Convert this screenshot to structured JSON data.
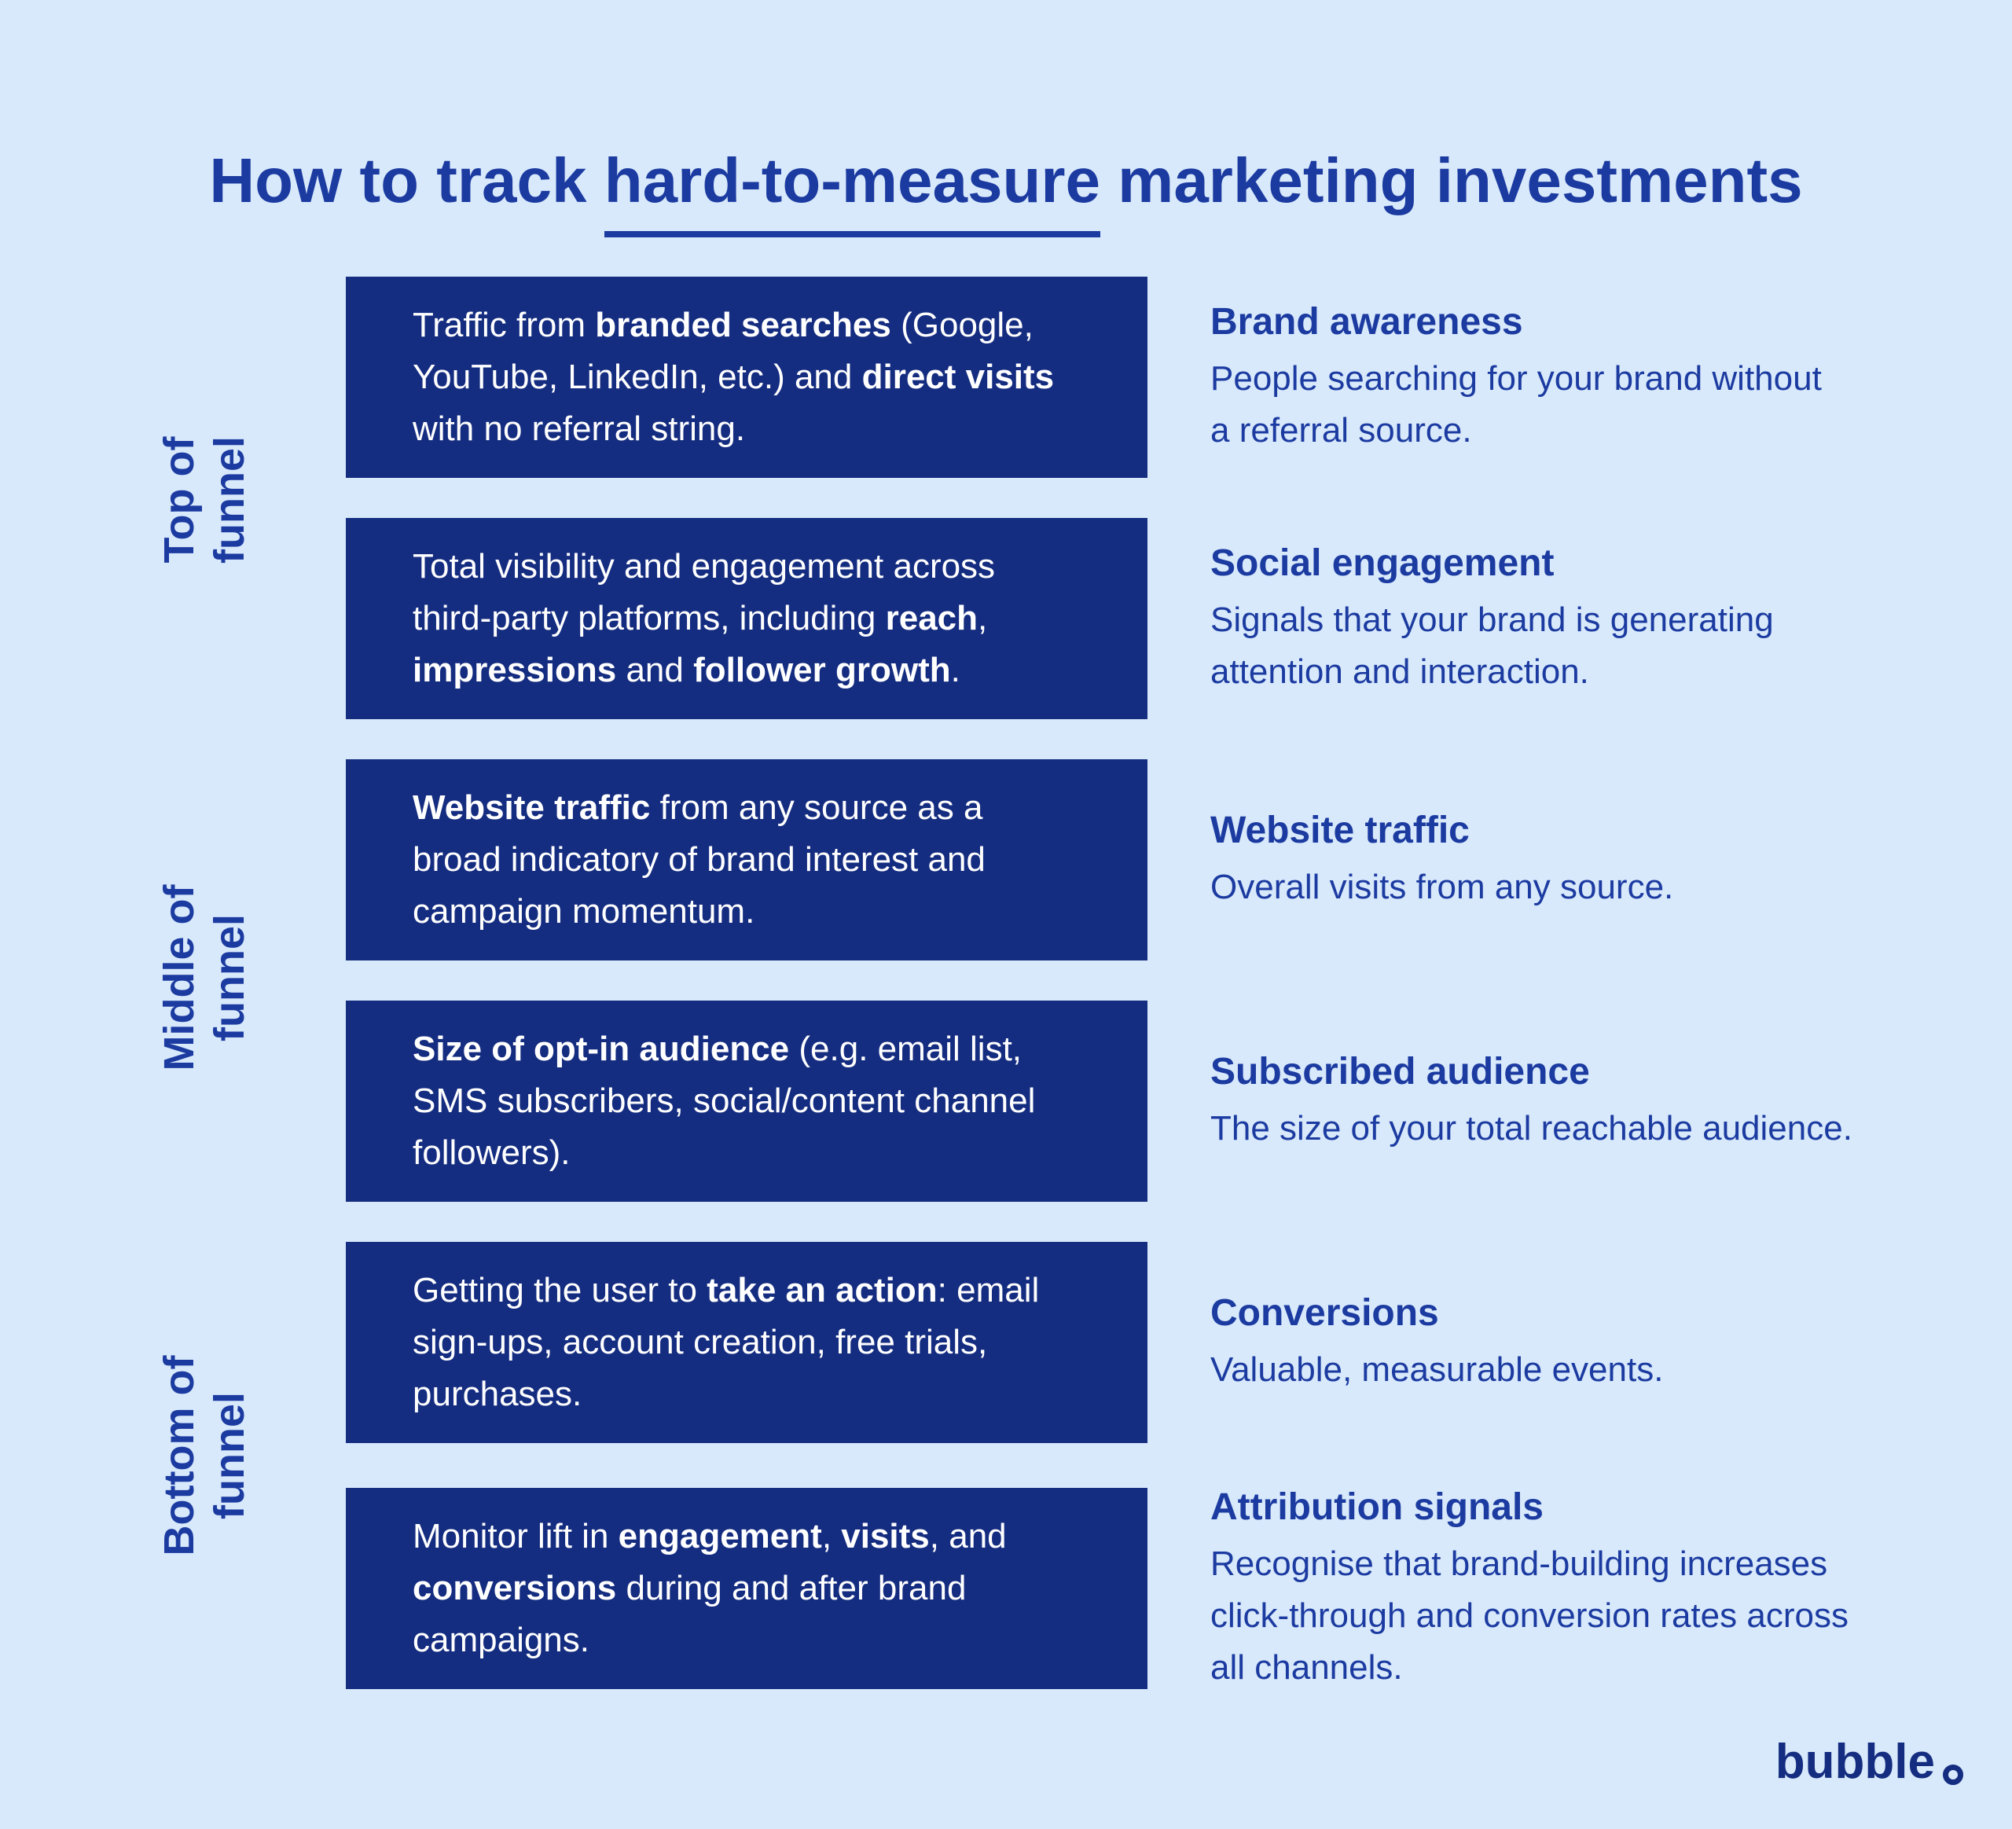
{
  "colors": {
    "background": "#d8e9fb",
    "box_fill": "#152d80",
    "ink": "#1c3ba1",
    "box_text": "#ffffff",
    "logo_ink": "#152d80"
  },
  "title": {
    "segments": [
      {
        "t": "How to track ",
        "b": false,
        "u": false
      },
      {
        "t": "hard-to-measure",
        "b": true,
        "u": true
      },
      {
        "t": " marketing investments",
        "b": false,
        "u": false
      }
    ]
  },
  "funnel_labels": [
    {
      "id": "top",
      "lines": [
        "Top of",
        "funnel"
      ]
    },
    {
      "id": "middle",
      "lines": [
        "Middle of",
        "funnel"
      ]
    },
    {
      "id": "bottom",
      "lines": [
        "Bottom of",
        "funnel"
      ]
    }
  ],
  "rows": [
    {
      "box_lines": [
        [
          {
            "t": "Traffic from ",
            "b": false
          },
          {
            "t": "branded searches",
            "b": true
          },
          {
            "t": " (Google,",
            "b": false
          }
        ],
        [
          {
            "t": "YouTube, LinkedIn, etc.) and ",
            "b": false
          },
          {
            "t": "direct visits",
            "b": true
          }
        ],
        [
          {
            "t": "with no referral string.",
            "b": false
          }
        ]
      ],
      "right_title": "Brand awareness",
      "right_lines": [
        "People searching for your brand without",
        "a referral source."
      ]
    },
    {
      "box_lines": [
        [
          {
            "t": "Total visibility and engagement across",
            "b": false
          }
        ],
        [
          {
            "t": "third-party platforms, including ",
            "b": false
          },
          {
            "t": "reach",
            "b": true
          },
          {
            "t": ",",
            "b": false
          }
        ],
        [
          {
            "t": "impressions",
            "b": true
          },
          {
            "t": " and ",
            "b": false
          },
          {
            "t": "follower growth",
            "b": true
          },
          {
            "t": ".",
            "b": false
          }
        ]
      ],
      "right_title": "Social engagement",
      "right_lines": [
        "Signals that your brand is generating",
        "attention and interaction."
      ]
    },
    {
      "box_lines": [
        [
          {
            "t": "Website traffic",
            "b": true
          },
          {
            "t": " from any source as a",
            "b": false
          }
        ],
        [
          {
            "t": "broad indicatory of brand interest and",
            "b": false
          }
        ],
        [
          {
            "t": "campaign momentum.",
            "b": false
          }
        ]
      ],
      "right_title": "Website traffic",
      "right_lines": [
        "Overall visits from any source."
      ]
    },
    {
      "box_lines": [
        [
          {
            "t": "Size of opt-in audience",
            "b": true
          },
          {
            "t": " (e.g. email list,",
            "b": false
          }
        ],
        [
          {
            "t": "SMS subscribers, social/content channel",
            "b": false
          }
        ],
        [
          {
            "t": "followers).",
            "b": false
          }
        ]
      ],
      "right_title": "Subscribed audience",
      "right_lines": [
        "The size of your total reachable audience."
      ]
    },
    {
      "box_lines": [
        [
          {
            "t": "Getting the user to ",
            "b": false
          },
          {
            "t": "take an action",
            "b": true
          },
          {
            "t": ": email",
            "b": false
          }
        ],
        [
          {
            "t": "sign-ups, account creation, free trials,",
            "b": false
          }
        ],
        [
          {
            "t": "purchases.",
            "b": false
          }
        ]
      ],
      "right_title": "Conversions",
      "right_lines": [
        "Valuable, measurable events."
      ]
    },
    {
      "box_lines": [
        [
          {
            "t": "Monitor lift in ",
            "b": false
          },
          {
            "t": "engagement",
            "b": true
          },
          {
            "t": ", ",
            "b": false
          },
          {
            "t": "visits",
            "b": true
          },
          {
            "t": ", and",
            "b": false
          }
        ],
        [
          {
            "t": "conversions",
            "b": true
          },
          {
            "t": " during and after brand",
            "b": false
          }
        ],
        [
          {
            "t": "campaigns.",
            "b": false
          }
        ]
      ],
      "right_title": "Attribution signals",
      "right_lines": [
        "Recognise that brand-building increases",
        "click-through and conversion rates across",
        "all channels."
      ]
    }
  ],
  "logo": {
    "text": "bubble"
  }
}
